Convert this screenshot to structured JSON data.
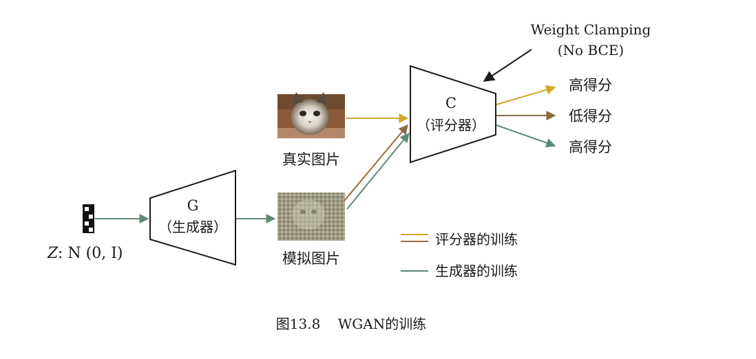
{
  "colors": {
    "critic_training": "#d8a52a",
    "generator_training": "#5f8a72",
    "fake_to_critic": "#9a6a3a",
    "low_score": "#8a6a3e",
    "outline": "#1a1a1a"
  },
  "noise": {
    "label_z": "Z",
    "label_dist": ": N (0, I)"
  },
  "generator": {
    "symbol": "G",
    "name": "（生成器）"
  },
  "critic": {
    "symbol": "C",
    "name": "（评分器）"
  },
  "real_image": {
    "label": "真实图片"
  },
  "fake_image": {
    "label": "模拟图片"
  },
  "annotation": {
    "line1": "Weight Clamping",
    "line2": "(No BCE)"
  },
  "outputs": {
    "top": "高得分",
    "middle": "低得分",
    "bottom": "高得分"
  },
  "legend": [
    {
      "label": "评分器的训练"
    },
    {
      "label": "生成器的训练"
    }
  ],
  "caption": "图13.8    WGAN的训练"
}
